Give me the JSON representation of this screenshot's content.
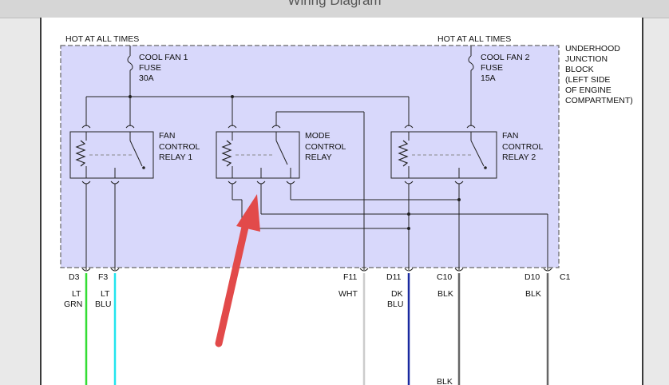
{
  "page": {
    "title": "Wiring Diagram"
  },
  "diagram": {
    "hot_left": "HOT AT ALL TIMES",
    "hot_right": "HOT AT ALL TIMES",
    "fuse1": [
      "COOL FAN 1",
      "FUSE",
      "30A"
    ],
    "fuse2": [
      "COOL FAN 2",
      "FUSE",
      "15A"
    ],
    "junction_block": [
      "UNDERHOOD",
      "JUNCTION",
      "BLOCK",
      "(LEFT SIDE",
      "OF ENGINE",
      "COMPARTMENT)"
    ],
    "relay1": [
      "FAN",
      "CONTROL",
      "RELAY 1"
    ],
    "relay_mode": [
      "MODE",
      "CONTROL",
      "RELAY"
    ],
    "relay2": [
      "FAN",
      "CONTROL",
      "RELAY 2"
    ],
    "connector_c1": "C1",
    "terminals": [
      {
        "pin": "D3",
        "color": [
          "LT",
          "GRN"
        ]
      },
      {
        "pin": "F3",
        "color": [
          "LT",
          "BLU"
        ]
      },
      {
        "pin": "F11",
        "color": [
          "WHT"
        ]
      },
      {
        "pin": "D11",
        "color": [
          "DK",
          "BLU"
        ]
      },
      {
        "pin": "C10",
        "color": [
          "BLK"
        ]
      },
      {
        "pin": "D10",
        "color": [
          "BLK"
        ]
      }
    ],
    "bottom_label": "BLK",
    "colors": {
      "block_fill": "#d8d8fb",
      "wire_lt_grn": "#33dd33",
      "wire_lt_blu": "#22e5ee",
      "wire_wht": "#cccccc",
      "wire_dk_blu": "#1a2aa0",
      "wire_blk": "#666666",
      "arrow": "#e24a4a"
    }
  }
}
